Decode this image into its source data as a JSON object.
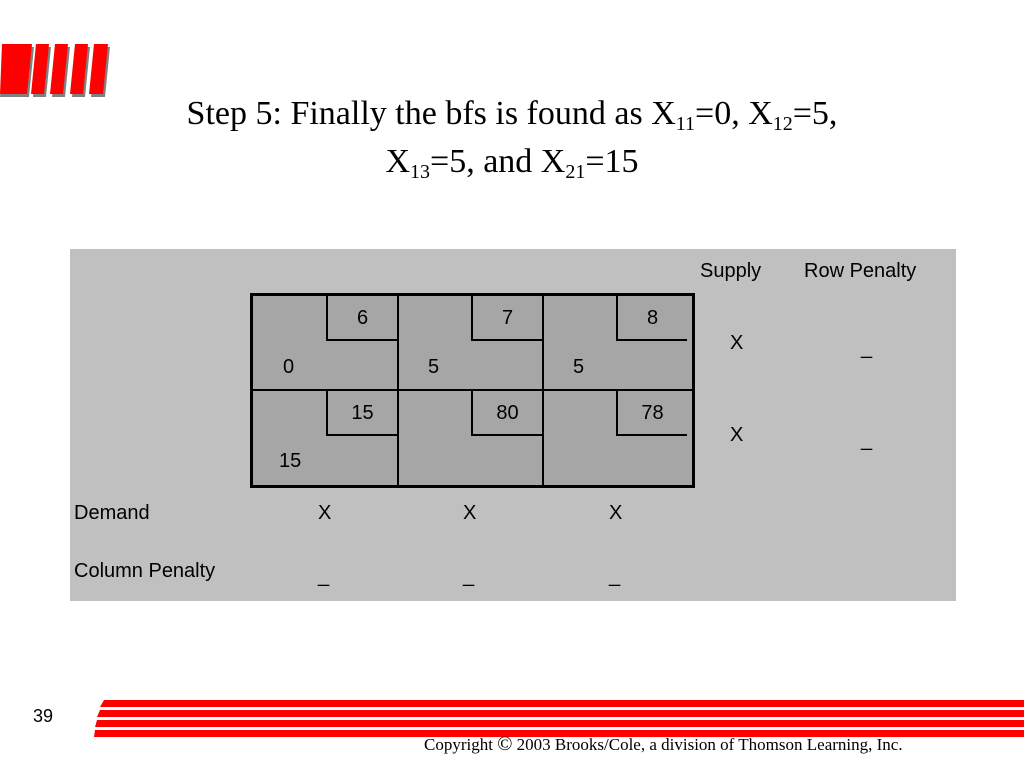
{
  "slide": {
    "title_line1_prefix": "Step 5: Finally the bfs is found as X",
    "x11_sub": "11",
    "x11_val": "=0, X",
    "x12_sub": "12",
    "x12_val": "=5,",
    "line2_prefix": "X",
    "x13_sub": "13",
    "x13_val": "=5, and X",
    "x21_sub": "21",
    "x21_val": "=15"
  },
  "table": {
    "supply_header": "Supply",
    "row_penalty_header": "Row Penalty",
    "rows": [
      {
        "costs": [
          "6",
          "7",
          "8"
        ],
        "allocations": [
          "0",
          "5",
          "5"
        ],
        "supply": "X",
        "penalty": "_"
      },
      {
        "costs": [
          "15",
          "80",
          "78"
        ],
        "allocations": [
          "15",
          "",
          ""
        ],
        "supply": "X",
        "penalty": "_"
      }
    ],
    "demand_label": "Demand",
    "demand": [
      "X",
      "X",
      "X"
    ],
    "column_penalty_label": "Column Penalty",
    "column_penalty": [
      "_",
      "_",
      "_"
    ]
  },
  "footer": {
    "page_number": "39",
    "copyright_prefix": "Copyright",
    "copyright_symbol": "©",
    "copyright_text": "2003 Brooks/Cole, a division of Thomson Learning, Inc."
  },
  "colors": {
    "accent_red": "#ff0000",
    "panel_gray": "#c0c0c0",
    "cell_gray": "#a6a6a6"
  }
}
